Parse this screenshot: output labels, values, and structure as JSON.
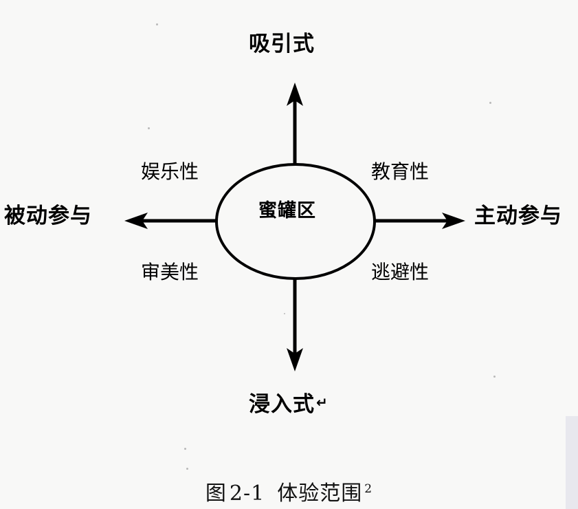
{
  "figure": {
    "title_text": "图 2-1 体验范围",
    "caption": {
      "prefix": "图",
      "number": "2-1",
      "name": "体验范围",
      "footnote_marker": "2"
    }
  },
  "diagram": {
    "type": "quadrant-diagram",
    "center_shape": "ellipse",
    "center_label": "蜜罐区",
    "axes": {
      "vertical": {
        "top_label": "吸引式",
        "bottom_label": "浸入式",
        "bottom_label_mark": "↵",
        "arrowheads": "both"
      },
      "horizontal": {
        "left_label": "被动参与",
        "right_label": "主动参与",
        "arrowheads": "both"
      }
    },
    "quadrants": [
      {
        "position": "top-left",
        "label": "娱乐性"
      },
      {
        "position": "top-right",
        "label": "教育性"
      },
      {
        "position": "bottom-left",
        "label": "审美性"
      },
      {
        "position": "bottom-right",
        "label": "逃避性"
      }
    ],
    "colors": {
      "ink": "#000000",
      "background": "#f8f8f7",
      "edge_strip": "#e8e8ee"
    }
  }
}
